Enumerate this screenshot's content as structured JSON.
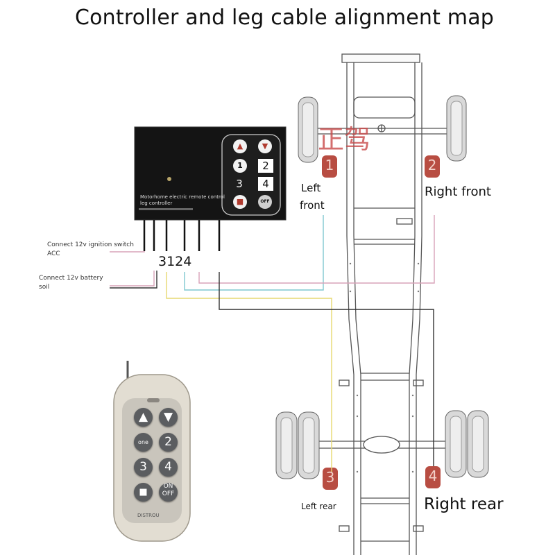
{
  "title": "Controller and leg cable alignment map",
  "controller": {
    "brand_text": "Motorhome electric remote control",
    "brand_text_2": "leg controller",
    "buttons": [
      "▲",
      "▼",
      "1",
      "2",
      "3",
      "4",
      "■",
      "OFF"
    ],
    "wire_order_label": "3124"
  },
  "wire_labels": {
    "acc": "Connect 12v ignition switch",
    "acc_2": "ACC",
    "battery": "Connect 12v battery",
    "battery_2": "soil"
  },
  "legs": {
    "left_front": "Left",
    "left_front_2": "front",
    "right_front": "Right front",
    "left_rear": "Left rear",
    "right_rear": "Right rear",
    "numbers": [
      "1",
      "2",
      "3",
      "4"
    ]
  },
  "chassis_mark": "正驾",
  "remote": {
    "buttons": [
      "▲",
      "▼",
      "one",
      "2",
      "3",
      "4",
      "■",
      "ON OFF"
    ],
    "model_text": "DISTROU"
  },
  "colors": {
    "pink_wire": "#d9a3b8",
    "cyan_wire": "#7fc7cf",
    "yellow_wire": "#e6d870",
    "black_wire": "#333333",
    "leg_marker": "#b03a2e"
  }
}
